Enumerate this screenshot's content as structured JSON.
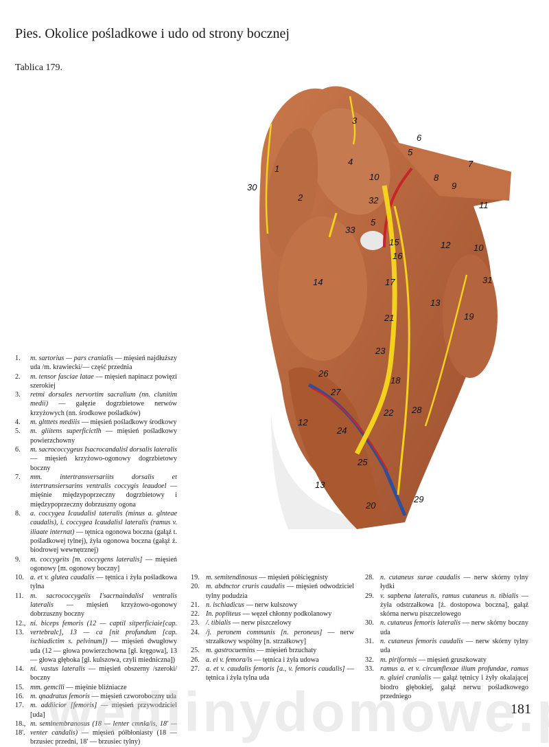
{
  "header": {
    "title": "Pies. Okolice pośladkowe i udo od strony bocznej",
    "plate": "Tablica 179."
  },
  "figure": {
    "labels": [
      "1",
      "2",
      "3",
      "4",
      "5",
      "6",
      "7",
      "8",
      "9",
      "10",
      "10",
      "11",
      "12",
      "13",
      "14",
      "15",
      "16",
      "17",
      "18",
      "19",
      "20",
      "21",
      "22",
      "23",
      "24",
      "25",
      "26",
      "27",
      "28",
      "29",
      "30",
      "31",
      "32",
      "33",
      "5",
      "12",
      "13"
    ],
    "colors": {
      "muscle": "#b8683f",
      "muscle_dark": "#8e4526",
      "nerve": "#f2d21e",
      "artery": "#c8242a",
      "vein": "#2f4f9a",
      "fascia": "#eeeeee"
    }
  },
  "legend": {
    "col1": [
      {
        "num": "1.",
        "latin": "m. sartorius — pars cranialis",
        "polish": " — mięsień najdłuższy uda /m. krawiecki/— część przednia"
      },
      {
        "num": "2.",
        "latin": "m. tensor fasciae latae",
        "polish": " — mięsień napinacz powięzi szerokiej"
      },
      {
        "num": "3.",
        "latin": "retmi dorsales nervortim sacralium (nn. clunitim medii)",
        "polish": " — gałęzie dogrzbietowe nerwów krzyżowych (nn. środkowe pośladków)"
      },
      {
        "num": "4.",
        "latin": "m. gltttets mediiis",
        "polish": " — mięsień pośladkowy środkowy"
      },
      {
        "num": "5.",
        "latin": "m. gliitens superficictlh",
        "polish": " — mięsień pośladkowy powierzchowny"
      },
      {
        "num": "6.",
        "latin": "m. sacrococcygeus Isacrocandalisl dorsalis lateralis",
        "polish": " — mięsień krzyżowo-ogonowy dogrzbietowy boczny"
      },
      {
        "num": "7.",
        "latin": "mm. intertransversariits dorsalis et intertransiersarins ventralis coccygis leaudoel",
        "polish": " — mięśnie międzypoprzeczny dogrzbietowy i międzypoprzeczny dobrzuszny ogona"
      },
      {
        "num": "8.",
        "latin": "a. coccygea Icaudalisl tateralis (minus a. glnteae caudalis), i. coccygea Icaudalisl lateralis (ramus v. iliaate internat)",
        "polish": " — tętnica ogonowa boczna (gałąź t. pośladkowej tylnej), żyła ogonowa boczna (gałąź ż. biodrowej wewnętrznej)"
      },
      {
        "num": "9.",
        "latin": "m. coccygeits [m. coccygens lateralis]",
        "polish": " — mięsień ogonowy [m. ogonowy boczny]"
      },
      {
        "num": "10.",
        "latin": "a. et v. glutea caudalis",
        "polish": " — tętnica i żyła pośladkowa tylna"
      },
      {
        "num": "11.",
        "latin": "m. sacrococcygeiis I'sacrnaindalisl ventralis lateralis",
        "polish": " — mięsień krzyżowo-ogonowy dobrzuszny boczny"
      },
      {
        "num": "12., 13.",
        "latin": "ni. biceps femoris (12 — captil sitperficiaie[cap. vertebralc], 13 — ca [nit profundum [cap. ischiadictim s. pelvinum])",
        "polish": " — mięsień dwugłowy uda (12 — głowa powierzchowna [gł. kręgowa], 13 — głowa głęboka [gł. kulszowa, czyli miedniczna])"
      },
      {
        "num": "14.",
        "latin": "ni. vastus lateralis",
        "polish": " — mięsień obszerny /szeroki/ boczny"
      },
      {
        "num": "15.",
        "latin": "mm. gemclli",
        "polish": " — mięśnie bliźniacze"
      },
      {
        "num": "16.",
        "latin": "m. qnadratus femoris",
        "polish": " — mięsień czworoboczny uda"
      },
      {
        "num": "17.",
        "latin": "m. addiicior [femoris]",
        "polish": " — mięsień przywodziciel [uda]"
      },
      {
        "num": "18., 18'.",
        "latin": "m. seminembranosus (18 — lenter cmnla/is, 18' — venter candalis)",
        "polish": " — mięsień półbłoniasty (18 — brzusiec przedni, 18' — brzusiec tylny)"
      }
    ],
    "col2": [
      {
        "num": "19.",
        "latin": "m. semitendinosus",
        "polish": " — mięsień półścięgnisty"
      },
      {
        "num": "20.",
        "latin": "m. abdnctor cruris caudalis",
        "polish": " — mięsień odwodziciel tylny podudzia"
      },
      {
        "num": "21.",
        "latin": "n. ischiadicus",
        "polish": " — nerw kulszowy"
      },
      {
        "num": "22.",
        "latin": "In. popliteus",
        "polish": " — węzeł chłonny podkolanowy"
      },
      {
        "num": "23.",
        "latin": "/. tibialis",
        "polish": " — nerw piszczelowy"
      },
      {
        "num": "24.",
        "latin": "/j. peronem communis [n. peroneus]",
        "polish": " — nerw strzałkowy wspólny [n. strzałkowy]"
      },
      {
        "num": "25.",
        "latin": "m. gastrocuemins",
        "polish": " — mięsień brzuchaty"
      },
      {
        "num": "26.",
        "latin": "a. ei v. femora/is",
        "polish": " — tętnica i żyła udowa"
      },
      {
        "num": "27.",
        "latin": "a. et v. caudalis femoris [a., v. femoris caudalis]",
        "polish": " — tętnica i żyła tylna uda"
      }
    ],
    "col3": [
      {
        "num": "28.",
        "latin": "n. cutaneus surae caudalis",
        "polish": " — nerw skórny tylny łydki"
      },
      {
        "num": "29.",
        "latin": "v. sapbena lateralis, ramus cutaneus n. tibialis",
        "polish": " — żyła odstrzałkowa [ż. dostopowa boczna], gałąź skórna nerwu piszczelowego"
      },
      {
        "num": "30.",
        "latin": "n. cutaneus femoris lateralis",
        "polish": " — nerw skórny boczny uda"
      },
      {
        "num": "31.",
        "latin": "n. cutaneus femoris caudalis",
        "polish": " — nerw skórny tylny uda"
      },
      {
        "num": "32.",
        "latin": "m. piriformis",
        "polish": " — mięsień gruszkowaty"
      },
      {
        "num": "33.",
        "latin": "ramus a. et v. circumflexae ilium profundae, ramus n. gluiei cranialis",
        "polish": " — gałąź tętnicy i żyły okalającej biodro głębokiej, gałąź nerwu pośladkowego przedniego"
      }
    ]
  },
  "footer": {
    "page_number": "181"
  },
  "watermark": "wedlinydomowe.pl"
}
